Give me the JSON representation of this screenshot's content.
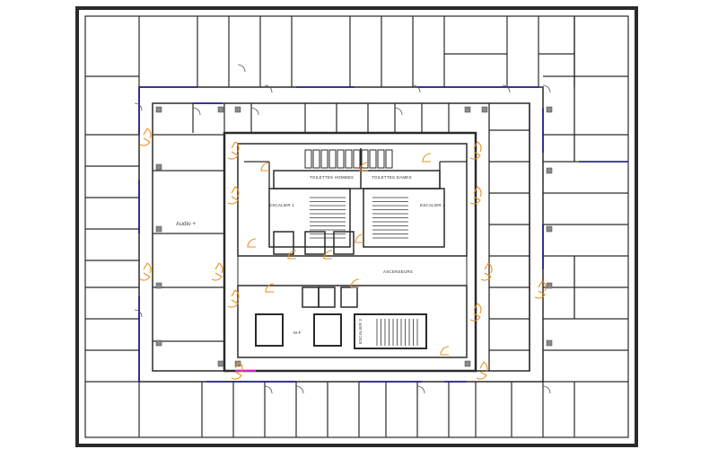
{
  "plan": {
    "labels": {
      "toilettes_hommes": "TOILETTES HOMMES",
      "toilettes_dames": "TOILETTES DAMES",
      "escalier_1": "ESCALIER 1",
      "escalier_2": "ESCALIER 2",
      "escalier_3": "ESCALIER 3",
      "ascenseurs": "ASCENSEURS",
      "mf": "M-F",
      "audio": "Audio +"
    },
    "colors": {
      "wall": "#2a2a2a",
      "door": "#e8901c",
      "corridor_accent": "#1a1a8c",
      "pillar": "#8a8a8a",
      "highlight": "#e020c0"
    }
  }
}
